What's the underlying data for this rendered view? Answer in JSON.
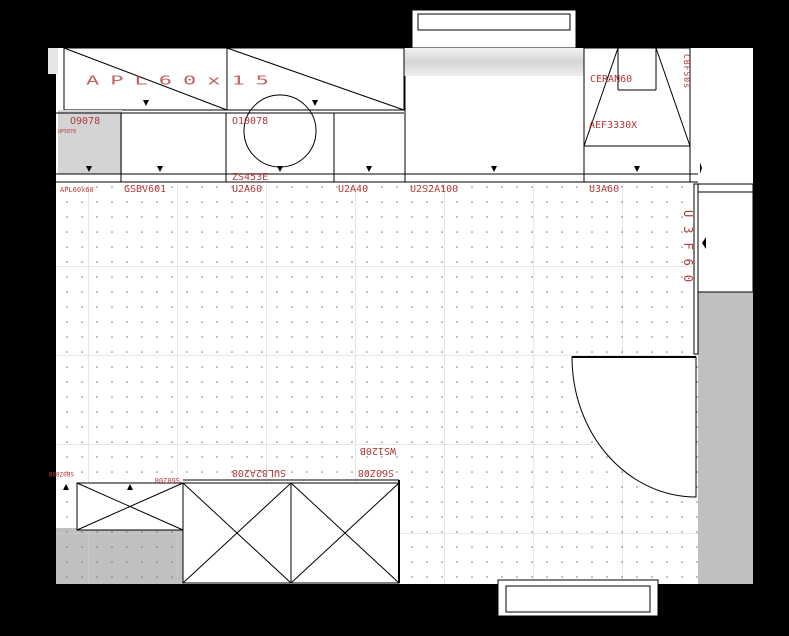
{
  "colors": {
    "background": "#000000",
    "floor": "#ffffff",
    "grid_dot": "#777777",
    "grid_line": "#cfcfcf",
    "wall_gray": "#c0c0c0",
    "label": "#b33a3a",
    "line": "#000000"
  },
  "labels": {
    "top_wall_unit": "APL60x15",
    "wall_unit_left": "O9078",
    "wall_unit_left_small": "OP5078",
    "wall_unit_round": "O10078",
    "hood_top": "CERAN60",
    "hood_bottom": "AEF3330X",
    "right_top_vertical": "CBF50s",
    "right_side_vertical": "U3F60",
    "corner_code": "ZS453E",
    "base_1": "APL60x60",
    "base_2": "GSBV601",
    "base_3": "U2A60",
    "base_4": "U2A40",
    "base_5": "U2S2A100",
    "base_6": "U3A60",
    "island_1": "S60Z08",
    "island_2": "SUL82A208",
    "island_3": "S60Z08",
    "island_4": "WS120B",
    "left_small_code": "SB0Z88B"
  }
}
